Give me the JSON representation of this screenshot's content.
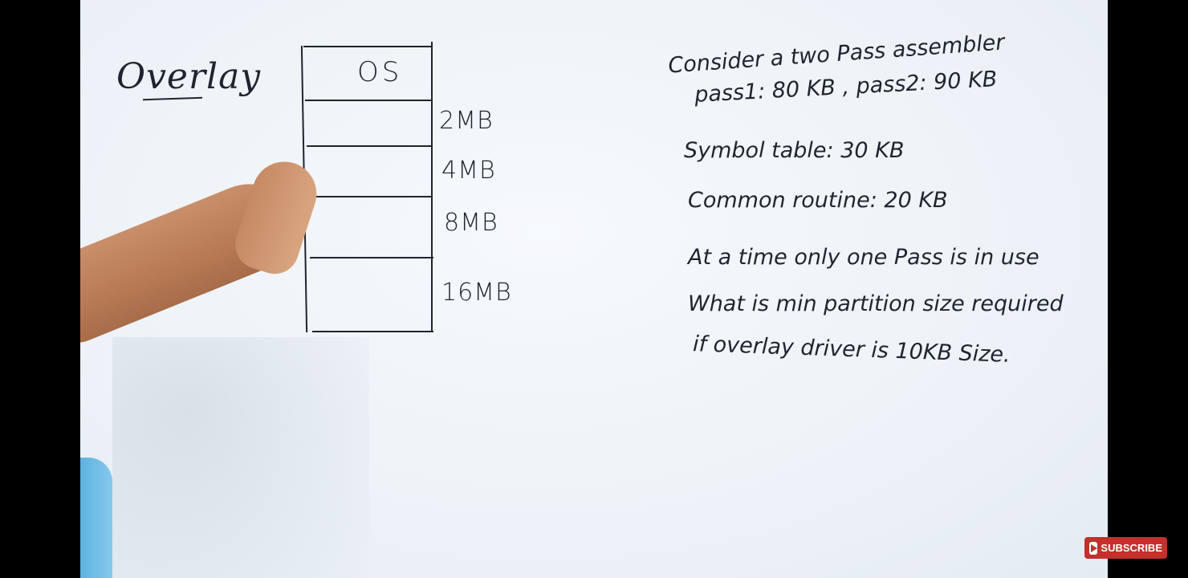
{
  "board": {
    "title": "Overlay",
    "memory": {
      "os_label": "OS",
      "partitions": [
        "2MB",
        "4MB",
        "8MB",
        "16MB"
      ]
    },
    "notes": {
      "line1": "Consider a two Pass assembler",
      "line2": "pass1: 80 KB , pass2: 90 KB",
      "line3": "Symbol table: 30 KB",
      "line4": "Common routine: 20 KB",
      "line5": "At a time only one Pass is in use",
      "line6": "What is min partition size required",
      "line7": "if overlay driver is 10KB Size."
    }
  },
  "overlay": {
    "subscribe_label": "SUBSCRIBE",
    "subscribe_color": "#c4302b"
  }
}
